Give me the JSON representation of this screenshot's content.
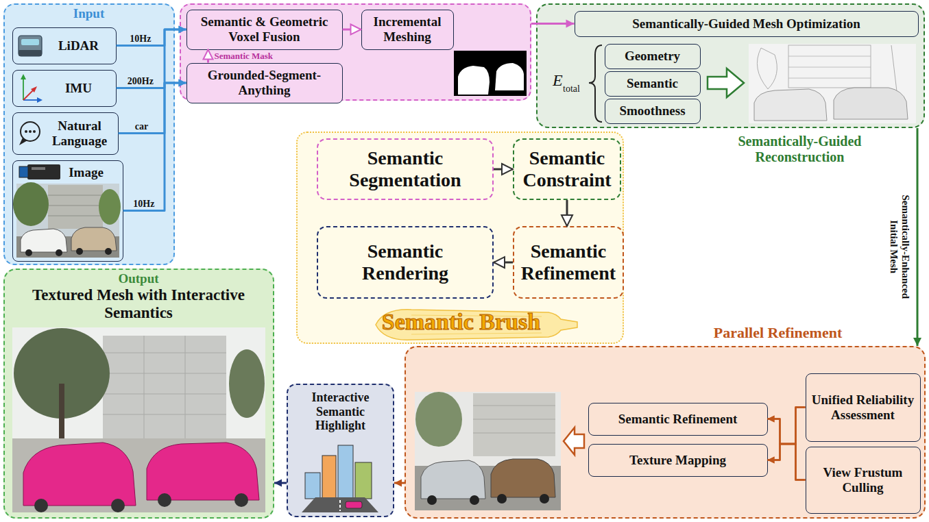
{
  "diagram": {
    "nodes": [
      {
        "text": [
          "Input"
        ]
      },
      {
        "text": [
          "LiDAR"
        ],
        "in": 0
      },
      {
        "text": [
          "IMU"
        ],
        "in": 0
      },
      {
        "text": [
          "Natural Language"
        ],
        "in": 0
      },
      {
        "text": [
          "Image"
        ],
        "in": 0
      },
      {
        "text": []
      },
      {
        "text": [
          "Semantic & Geometric Voxel Fusion"
        ],
        "in": 5
      },
      {
        "text": [
          "Incremental Meshing"
        ],
        "in": 5
      },
      {
        "text": [
          "Grounded-Segment-Anything"
        ],
        "in": 5
      },
      {
        "text": [
          "Semantically-Guided Reconstruction"
        ]
      },
      {
        "text": [
          "Semantically-Guided Mesh Optimization"
        ],
        "in": 9
      },
      {
        "text": [
          "Geometry"
        ],
        "in": 9
      },
      {
        "text": [
          "Semantic"
        ],
        "in": 9
      },
      {
        "text": [
          "Smoothness"
        ],
        "in": 9
      },
      {
        "text": [
          "Semantic Brush"
        ]
      },
      {
        "text": [
          "Semantic Segmentation"
        ],
        "in": 14
      },
      {
        "text": [
          "Semantic Constraint"
        ],
        "in": 14
      },
      {
        "text": [
          "Semantic Rendering"
        ],
        "in": 14
      },
      {
        "text": [
          "Semantic Refinement"
        ],
        "in": 14
      },
      {
        "text": [
          "Parallel Refinement"
        ]
      },
      {
        "text": [
          "Unified Reliability Assessment"
        ],
        "in": 19
      },
      {
        "text": [
          "View Frustum Culling"
        ],
        "in": 19
      },
      {
        "text": [
          "Semantic Refinement"
        ],
        "in": 19
      },
      {
        "text": [
          "Texture Mapping"
        ],
        "in": 19
      },
      {
        "text": [
          "Interactive Semantic Highlight"
        ]
      },
      {
        "text": [
          "Output",
          "Textured Mesh with Interactive Semantics"
        ]
      }
    ],
    "edges": [
      {
        "from": 1,
        "to": 6,
        "arrow": "to",
        "label": "10Hz"
      },
      {
        "from": 2,
        "to": 6,
        "arrow": "to",
        "label": "200Hz"
      },
      {
        "from": 3,
        "to": 8,
        "arrow": "to",
        "label": "car"
      },
      {
        "from": 4,
        "to": 8,
        "arrow": "to",
        "label": "10Hz"
      },
      {
        "from": 8,
        "to": 6,
        "arrow": "to",
        "label": "Semantic Mask"
      },
      {
        "from": 6,
        "to": 7,
        "arrow": "to"
      },
      {
        "from": 5,
        "to": 10,
        "arrow": "to"
      },
      {
        "from": 9,
        "to": 19,
        "arrow": "to",
        "label": "Semantically-Enhanced Initial Mesh"
      },
      {
        "from": 15,
        "to": 16,
        "arrow": "to"
      },
      {
        "from": 16,
        "to": 18,
        "arrow": "to"
      },
      {
        "from": 18,
        "to": 17,
        "arrow": "to"
      },
      {
        "from": 20,
        "to": 22,
        "arrow": "to"
      },
      {
        "from": 20,
        "to": 23,
        "arrow": "to"
      },
      {
        "from": 21,
        "to": 22,
        "arrow": "to"
      },
      {
        "from": 21,
        "to": 23,
        "arrow": "to"
      },
      {
        "from": 19,
        "to": 24,
        "arrow": "to"
      },
      {
        "from": 24,
        "to": 25,
        "arrow": "to"
      }
    ],
    "labels": [
      "E",
      "total"
    ]
  }
}
